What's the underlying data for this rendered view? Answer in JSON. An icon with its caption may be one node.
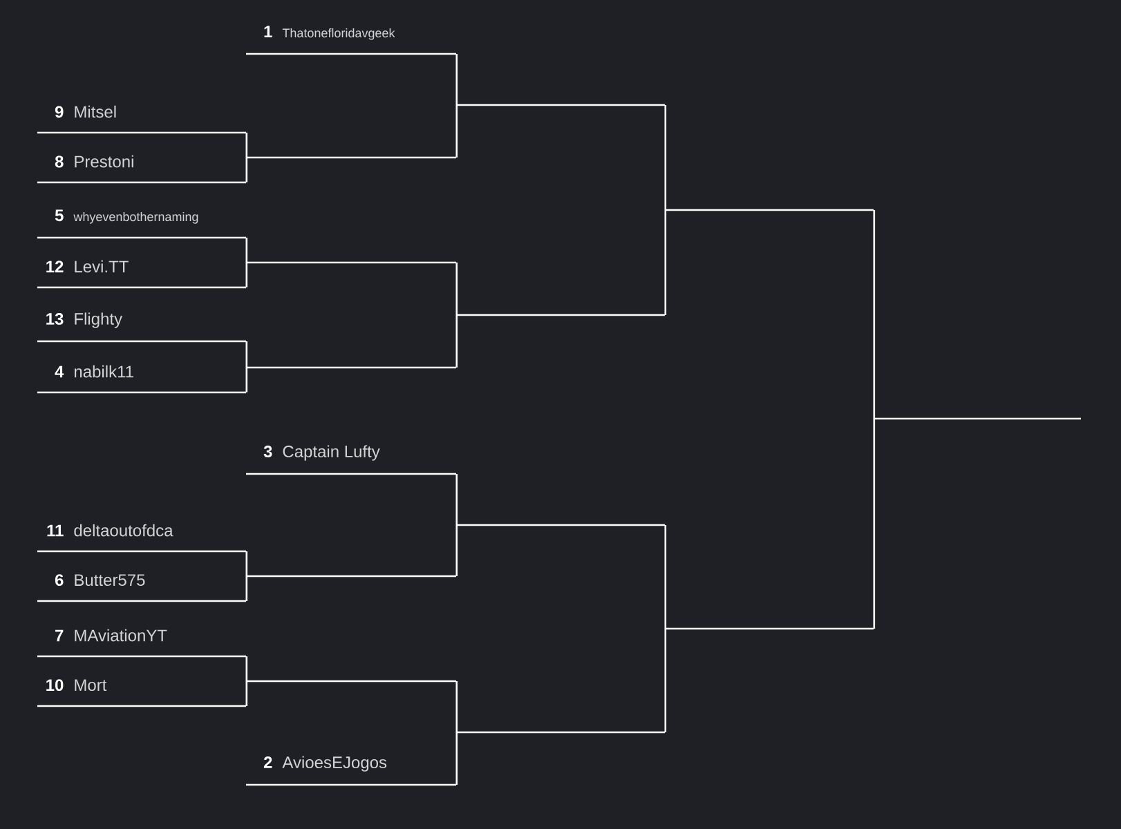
{
  "diagram": {
    "nodes": [
      {
        "text": [
          "1",
          "Thatonefloridavgeek"
        ]
      },
      {
        "text": [
          "9",
          "Mitsel"
        ]
      },
      {
        "text": [
          "8",
          "Prestoni"
        ]
      },
      {
        "text": [
          "5",
          "whyevenbothernaming"
        ]
      },
      {
        "text": [
          "12",
          "Levi.TT"
        ]
      },
      {
        "text": [
          "13",
          "Flighty"
        ]
      },
      {
        "text": [
          "4",
          "nabilk11"
        ]
      },
      {
        "text": [
          "3",
          "Captain Lufty"
        ]
      },
      {
        "text": [
          "11",
          "deltaoutofdca"
        ]
      },
      {
        "text": [
          "6",
          "Butter575"
        ]
      },
      {
        "text": [
          "7",
          "MAviationYT"
        ]
      },
      {
        "text": [
          "10",
          "Mort"
        ]
      },
      {
        "text": [
          "2",
          "AvioesEJogos"
        ]
      },
      {
        "text": [],
        "shape": "line"
      },
      {
        "text": [],
        "shape": "line"
      },
      {
        "text": [],
        "shape": "line"
      },
      {
        "text": [],
        "shape": "line"
      },
      {
        "text": [],
        "shape": "line"
      },
      {
        "text": [],
        "shape": "line"
      },
      {
        "text": [],
        "shape": "line"
      },
      {
        "text": [],
        "shape": "line"
      },
      {
        "text": [],
        "shape": "line"
      },
      {
        "text": [],
        "shape": "line"
      },
      {
        "text": [],
        "shape": "line"
      },
      {
        "text": [],
        "shape": "line"
      }
    ],
    "edges": [
      {
        "from": 1,
        "to": 13,
        "arrow": "none"
      },
      {
        "from": 2,
        "to": 13,
        "arrow": "none"
      },
      {
        "from": 3,
        "to": 14,
        "arrow": "none"
      },
      {
        "from": 4,
        "to": 14,
        "arrow": "none"
      },
      {
        "from": 5,
        "to": 15,
        "arrow": "none"
      },
      {
        "from": 6,
        "to": 15,
        "arrow": "none"
      },
      {
        "from": 8,
        "to": 16,
        "arrow": "none"
      },
      {
        "from": 9,
        "to": 16,
        "arrow": "none"
      },
      {
        "from": 10,
        "to": 17,
        "arrow": "none"
      },
      {
        "from": 11,
        "to": 17,
        "arrow": "none"
      },
      {
        "from": 0,
        "to": 18,
        "arrow": "none"
      },
      {
        "from": 13,
        "to": 18,
        "arrow": "none"
      },
      {
        "from": 14,
        "to": 19,
        "arrow": "none"
      },
      {
        "from": 15,
        "to": 19,
        "arrow": "none"
      },
      {
        "from": 7,
        "to": 20,
        "arrow": "none"
      },
      {
        "from": 16,
        "to": 20,
        "arrow": "none"
      },
      {
        "from": 17,
        "to": 21,
        "arrow": "none"
      },
      {
        "from": 12,
        "to": 21,
        "arrow": "none"
      },
      {
        "from": 18,
        "to": 22,
        "arrow": "none"
      },
      {
        "from": 19,
        "to": 22,
        "arrow": "none"
      },
      {
        "from": 20,
        "to": 23,
        "arrow": "none"
      },
      {
        "from": 21,
        "to": 23,
        "arrow": "none"
      },
      {
        "from": 22,
        "to": 24,
        "arrow": "none"
      },
      {
        "from": 23,
        "to": 24,
        "arrow": "none"
      }
    ]
  }
}
